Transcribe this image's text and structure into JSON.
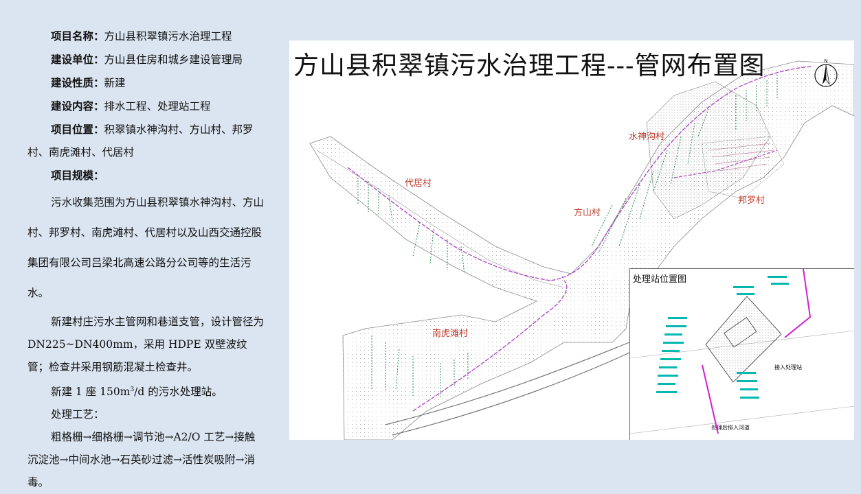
{
  "info": {
    "name_label": "项目名称：",
    "name_value": "方山县积翠镇污水治理工程",
    "builder_label": "建设单位：",
    "builder_value": "方山县住房和城乡建设管理局",
    "nature_label": "建设性质：",
    "nature_value": "新建",
    "content_label": "建设内容：",
    "content_value": "排水工程、处理站工程",
    "location_label": "项目位置：",
    "location_value": "积翠镇水神沟村、方山村、邦罗村、南虎滩村、代居村",
    "scale_label": "项目规模：",
    "para1": "污水收集范围为方山县积翠镇水神沟村、方山村、邦罗村、南虎滩村、代居村以及山西交通控股集团有限公司吕梁北高速公路分公司等的生活污水。",
    "para2": "新建村庄污水主管网和巷道支管，设计管径为 DN225~DN400mm，采用 HDPE 双壁波纹管；检查井采用钢筋混凝土检查井。",
    "para3_a": "新建 1 座 150m",
    "para3_sup": "3",
    "para3_b": "/d 的污水处理站。",
    "process_label": "处理工艺：",
    "process_text": "粗格栅→细格栅→调节池→A2/O 工艺→接触沉淀池→中间水池→石英砂过滤→活性炭吸附→消毒。"
  },
  "map": {
    "title": "方山县积翠镇污水治理工程---管网布置图",
    "villages": {
      "shuishengou": "水神沟村",
      "daiju": "代居村",
      "fangshan": "方山村",
      "bangluo": "邦罗村",
      "nanhutan": "南虎滩村"
    },
    "compass_letter": "N",
    "inset": {
      "title": "处理站位置图",
      "station_label": "接入处理站",
      "outfall_label": "处理后排入河道"
    }
  },
  "colors": {
    "background": "#dbe5f1",
    "pipe": "#b04cc6",
    "village_label": "#c0392b",
    "vegetation": "#2e8b57",
    "inset_points": "#00b8b0",
    "inset_pipe": "#d11fd1"
  }
}
